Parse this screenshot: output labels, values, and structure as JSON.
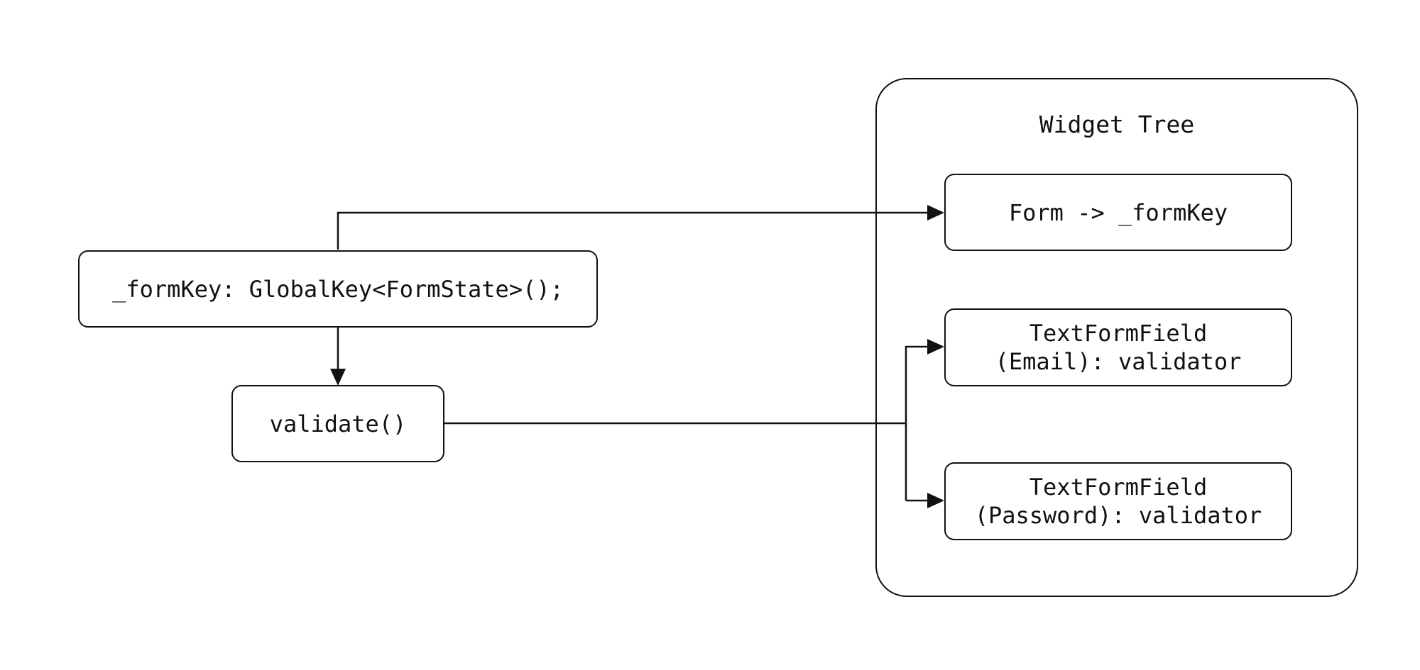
{
  "diagram": {
    "group": {
      "title": "Widget Tree"
    },
    "nodes": {
      "form_key": "_formKey: GlobalKey<FormState>();",
      "validate": "validate()",
      "form": "Form -> _formKey",
      "email_field": "TextFormField\n(Email): validator",
      "password_field": "TextFormField\n(Password): validator"
    },
    "edges": [
      {
        "from": "form_key",
        "to": "form"
      },
      {
        "from": "form_key",
        "to": "validate"
      },
      {
        "from": "validate",
        "to": "email_field"
      },
      {
        "from": "validate",
        "to": "password_field"
      }
    ]
  }
}
